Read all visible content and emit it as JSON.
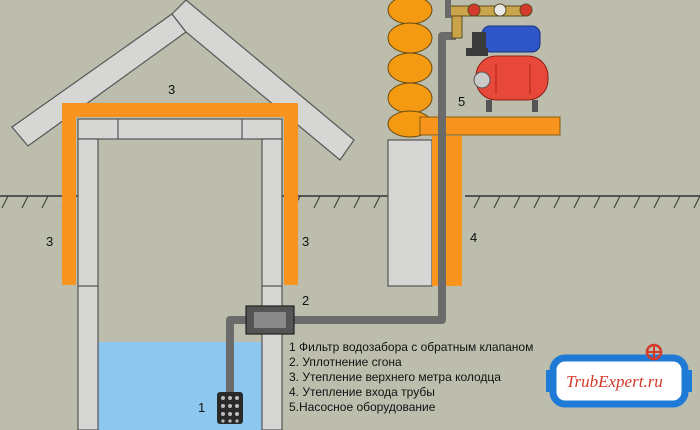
{
  "markers": {
    "m1": "1",
    "m2": "2",
    "m3_roof": "3",
    "m3_left": "3",
    "m3_right": "3",
    "m4": "4",
    "m5": "5"
  },
  "legend": [
    "1 Фильтр водозабора с обратным клапаном",
    "2. Уплотнение сгона",
    "3. Утепление верхнего метра колодца",
    "4. Утепление входа трубы",
    "5.Насосное оборудование"
  ],
  "logo": {
    "text": "TrubExpert.ru"
  },
  "colors": {
    "background": "#bdbdad",
    "insulation": "#f7941d",
    "concrete": "#d6d7d4",
    "water": "#8dc6ee",
    "pipe": "#6b6b6b",
    "pump_tank": "#e8483a",
    "pump_motor": "#2f56c9",
    "log_wall": "#f39a12"
  }
}
